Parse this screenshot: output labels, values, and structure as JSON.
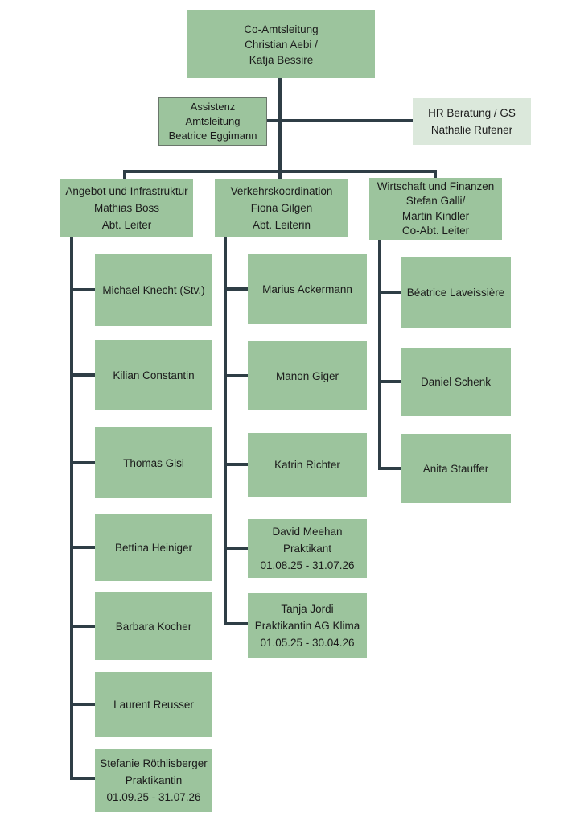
{
  "colors": {
    "box_fill": "#9CC49D",
    "box_fill_light": "#DBE8DB",
    "connector": "#2F3E46",
    "text": "#1B1B1B"
  },
  "org": {
    "root": {
      "lines": [
        "Co-Amtsleitung",
        "Christian Aebi /",
        "Katja Bessire"
      ]
    },
    "assistant": {
      "lines": [
        "Assistenz",
        "Amtsleitung",
        "Beatrice Eggimann"
      ]
    },
    "hr": {
      "lines": [
        "HR Beratung / GS",
        "Nathalie Rufener"
      ]
    },
    "departments": [
      {
        "head": {
          "lines": [
            "Angebot und Infrastruktur",
            "Mathias Boss",
            "Abt. Leiter"
          ]
        },
        "members": [
          {
            "lines": [
              "Michael Knecht (Stv.)"
            ]
          },
          {
            "lines": [
              "Kilian Constantin"
            ]
          },
          {
            "lines": [
              "Thomas Gisi"
            ]
          },
          {
            "lines": [
              "Bettina Heiniger"
            ]
          },
          {
            "lines": [
              "Barbara Kocher"
            ]
          },
          {
            "lines": [
              "Laurent Reusser"
            ]
          },
          {
            "lines": [
              "Stefanie Röthlisberger",
              "Praktikantin",
              "01.09.25 - 31.07.26"
            ]
          }
        ]
      },
      {
        "head": {
          "lines": [
            "Verkehrskoordination",
            "Fiona Gilgen",
            "Abt. Leiterin"
          ]
        },
        "members": [
          {
            "lines": [
              "Marius Ackermann"
            ]
          },
          {
            "lines": [
              "Manon Giger"
            ]
          },
          {
            "lines": [
              "Katrin Richter"
            ]
          },
          {
            "lines": [
              "David Meehan",
              "Praktikant",
              "01.08.25 - 31.07.26"
            ]
          },
          {
            "lines": [
              "Tanja Jordi",
              "Praktikantin AG Klima",
              "01.05.25 - 30.04.26"
            ]
          }
        ]
      },
      {
        "head": {
          "lines": [
            "Wirtschaft und Finanzen",
            "Stefan Galli/",
            "Martin Kindler",
            "Co-Abt. Leiter"
          ]
        },
        "members": [
          {
            "lines": [
              "Béatrice Laveissière"
            ]
          },
          {
            "lines": [
              "Daniel Schenk"
            ]
          },
          {
            "lines": [
              "Anita Stauffer"
            ]
          }
        ]
      }
    ]
  }
}
